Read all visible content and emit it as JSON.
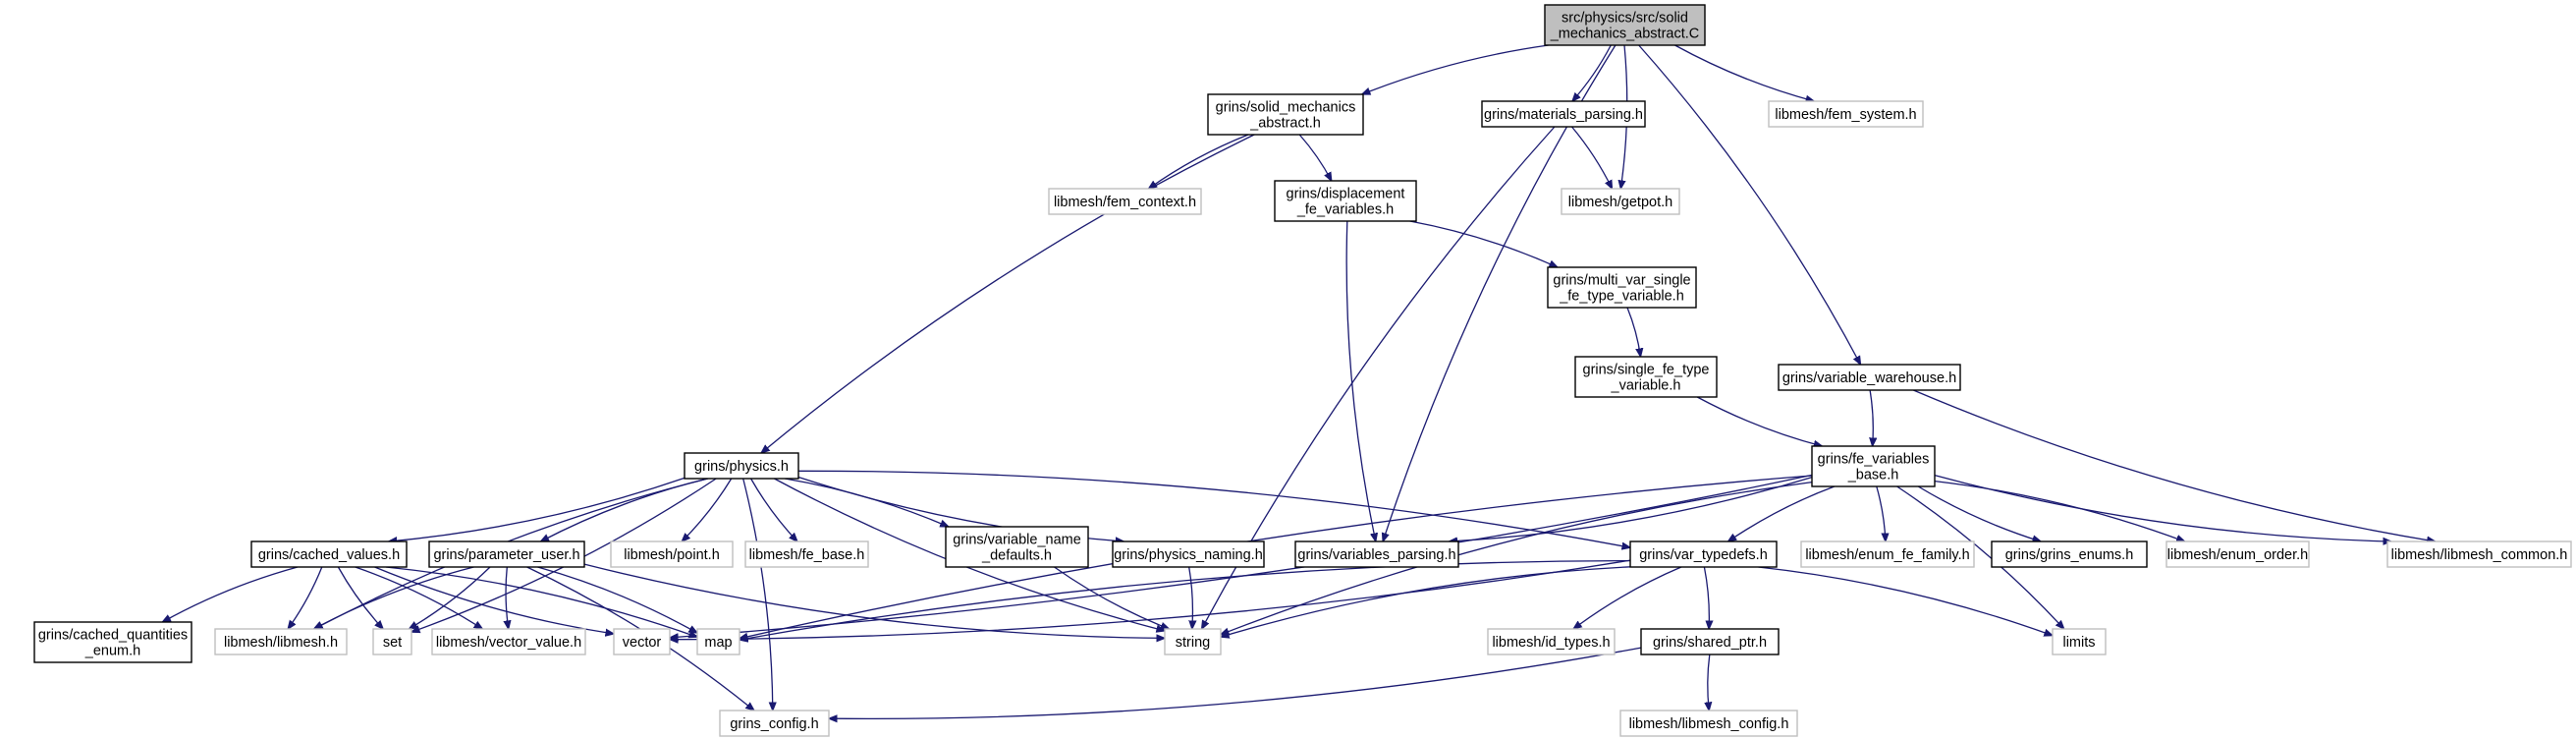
{
  "graph": {
    "colors": {
      "edge": "#191970",
      "root_fill": "#bfbfbf",
      "external_border": "#bfbfbf",
      "local_border": "#000000"
    },
    "nodes": [
      {
        "id": "root",
        "kind": "root",
        "lines": [
          "src/physics/src/solid",
          "_mechanics_abstract.C"
        ]
      },
      {
        "id": "sm_abstract",
        "kind": "local",
        "lines": [
          "grins/solid_mechanics",
          "_abstract.h"
        ]
      },
      {
        "id": "materials_parsing",
        "kind": "local",
        "lines": [
          "grins/materials_parsing.h"
        ]
      },
      {
        "id": "fem_system",
        "kind": "external",
        "lines": [
          "libmesh/fem_system.h"
        ]
      },
      {
        "id": "fem_context",
        "kind": "external",
        "lines": [
          "libmesh/fem_context.h"
        ]
      },
      {
        "id": "displacement_fe",
        "kind": "local",
        "lines": [
          "grins/displacement",
          "_fe_variables.h"
        ]
      },
      {
        "id": "getpot",
        "kind": "external",
        "lines": [
          "libmesh/getpot.h"
        ]
      },
      {
        "id": "multi_var",
        "kind": "local",
        "lines": [
          "grins/multi_var_single",
          "_fe_type_variable.h"
        ]
      },
      {
        "id": "single_fe",
        "kind": "local",
        "lines": [
          "grins/single_fe_type",
          "_variable.h"
        ]
      },
      {
        "id": "variable_warehouse",
        "kind": "local",
        "lines": [
          "grins/variable_warehouse.h"
        ]
      },
      {
        "id": "fe_variables_base",
        "kind": "local",
        "lines": [
          "grins/fe_variables",
          "_base.h"
        ]
      },
      {
        "id": "physics",
        "kind": "local",
        "lines": [
          "grins/physics.h"
        ]
      },
      {
        "id": "cached_values",
        "kind": "local",
        "lines": [
          "grins/cached_values.h"
        ]
      },
      {
        "id": "parameter_user",
        "kind": "local",
        "lines": [
          "grins/parameter_user.h"
        ]
      },
      {
        "id": "point",
        "kind": "external",
        "lines": [
          "libmesh/point.h"
        ]
      },
      {
        "id": "fe_base",
        "kind": "external",
        "lines": [
          "libmesh/fe_base.h"
        ]
      },
      {
        "id": "variable_name_defaults",
        "kind": "local",
        "lines": [
          "grins/variable_name",
          "_defaults.h"
        ]
      },
      {
        "id": "physics_naming",
        "kind": "local",
        "lines": [
          "grins/physics_naming.h"
        ]
      },
      {
        "id": "variables_parsing",
        "kind": "local",
        "lines": [
          "grins/variables_parsing.h"
        ]
      },
      {
        "id": "var_typedefs",
        "kind": "local",
        "lines": [
          "grins/var_typedefs.h"
        ]
      },
      {
        "id": "enum_fe_family",
        "kind": "external",
        "lines": [
          "libmesh/enum_fe_family.h"
        ]
      },
      {
        "id": "grins_enums",
        "kind": "local",
        "lines": [
          "grins/grins_enums.h"
        ]
      },
      {
        "id": "enum_order",
        "kind": "external",
        "lines": [
          "libmesh/enum_order.h"
        ]
      },
      {
        "id": "libmesh_common",
        "kind": "external",
        "lines": [
          "libmesh/libmesh_common.h"
        ]
      },
      {
        "id": "cached_quantities",
        "kind": "local",
        "lines": [
          "grins/cached_quantities",
          "_enum.h"
        ]
      },
      {
        "id": "libmesh_h",
        "kind": "external",
        "lines": [
          "libmesh/libmesh.h"
        ]
      },
      {
        "id": "set",
        "kind": "external",
        "lines": [
          "set"
        ]
      },
      {
        "id": "vector_value",
        "kind": "external",
        "lines": [
          "libmesh/vector_value.h"
        ]
      },
      {
        "id": "vector",
        "kind": "external",
        "lines": [
          "vector"
        ]
      },
      {
        "id": "map",
        "kind": "external",
        "lines": [
          "map"
        ]
      },
      {
        "id": "string",
        "kind": "external",
        "lines": [
          "string"
        ]
      },
      {
        "id": "id_types",
        "kind": "external",
        "lines": [
          "libmesh/id_types.h"
        ]
      },
      {
        "id": "shared_ptr",
        "kind": "local",
        "lines": [
          "grins/shared_ptr.h"
        ]
      },
      {
        "id": "limits",
        "kind": "external",
        "lines": [
          "limits"
        ]
      },
      {
        "id": "grins_config",
        "kind": "external",
        "lines": [
          "grins_config.h"
        ]
      },
      {
        "id": "libmesh_config",
        "kind": "external",
        "lines": [
          "libmesh/libmesh_config.h"
        ]
      }
    ],
    "edges": [
      [
        "root",
        "sm_abstract"
      ],
      [
        "root",
        "materials_parsing"
      ],
      [
        "root",
        "fem_system"
      ],
      [
        "root",
        "getpot"
      ],
      [
        "root",
        "variables_parsing"
      ],
      [
        "root",
        "variable_warehouse"
      ],
      [
        "sm_abstract",
        "fem_context"
      ],
      [
        "sm_abstract",
        "displacement_fe"
      ],
      [
        "sm_abstract",
        "physics"
      ],
      [
        "materials_parsing",
        "getpot"
      ],
      [
        "materials_parsing",
        "string"
      ],
      [
        "displacement_fe",
        "multi_var"
      ],
      [
        "displacement_fe",
        "variables_parsing"
      ],
      [
        "multi_var",
        "single_fe"
      ],
      [
        "single_fe",
        "fe_variables_base"
      ],
      [
        "variable_warehouse",
        "fe_variables_base"
      ],
      [
        "variable_warehouse",
        "libmesh_common"
      ],
      [
        "fe_variables_base",
        "variables_parsing"
      ],
      [
        "fe_variables_base",
        "var_typedefs"
      ],
      [
        "fe_variables_base",
        "enum_fe_family"
      ],
      [
        "fe_variables_base",
        "grins_enums"
      ],
      [
        "fe_variables_base",
        "enum_order"
      ],
      [
        "fe_variables_base",
        "libmesh_common"
      ],
      [
        "fe_variables_base",
        "vector"
      ],
      [
        "fe_variables_base",
        "string"
      ],
      [
        "fe_variables_base",
        "limits"
      ],
      [
        "fe_variables_base",
        "map"
      ],
      [
        "physics",
        "cached_values"
      ],
      [
        "physics",
        "parameter_user"
      ],
      [
        "physics",
        "point"
      ],
      [
        "physics",
        "fe_base"
      ],
      [
        "physics",
        "variable_name_defaults"
      ],
      [
        "physics",
        "physics_naming"
      ],
      [
        "physics",
        "var_typedefs"
      ],
      [
        "physics",
        "libmesh_h"
      ],
      [
        "physics",
        "set"
      ],
      [
        "physics",
        "string"
      ],
      [
        "physics",
        "grins_config"
      ],
      [
        "cached_values",
        "cached_quantities"
      ],
      [
        "cached_values",
        "libmesh_h"
      ],
      [
        "cached_values",
        "set"
      ],
      [
        "cached_values",
        "vector_value"
      ],
      [
        "cached_values",
        "vector"
      ],
      [
        "cached_values",
        "map"
      ],
      [
        "parameter_user",
        "libmesh_h"
      ],
      [
        "parameter_user",
        "set"
      ],
      [
        "parameter_user",
        "vector_value"
      ],
      [
        "parameter_user",
        "map"
      ],
      [
        "parameter_user",
        "string"
      ],
      [
        "parameter_user",
        "grins_config"
      ],
      [
        "variable_name_defaults",
        "string"
      ],
      [
        "physics_naming",
        "string"
      ],
      [
        "var_typedefs",
        "id_types"
      ],
      [
        "var_typedefs",
        "shared_ptr"
      ],
      [
        "var_typedefs",
        "string"
      ],
      [
        "var_typedefs",
        "limits"
      ],
      [
        "var_typedefs",
        "map"
      ],
      [
        "var_typedefs",
        "vector"
      ],
      [
        "shared_ptr",
        "libmesh_config"
      ],
      [
        "shared_ptr",
        "grins_config"
      ]
    ]
  }
}
